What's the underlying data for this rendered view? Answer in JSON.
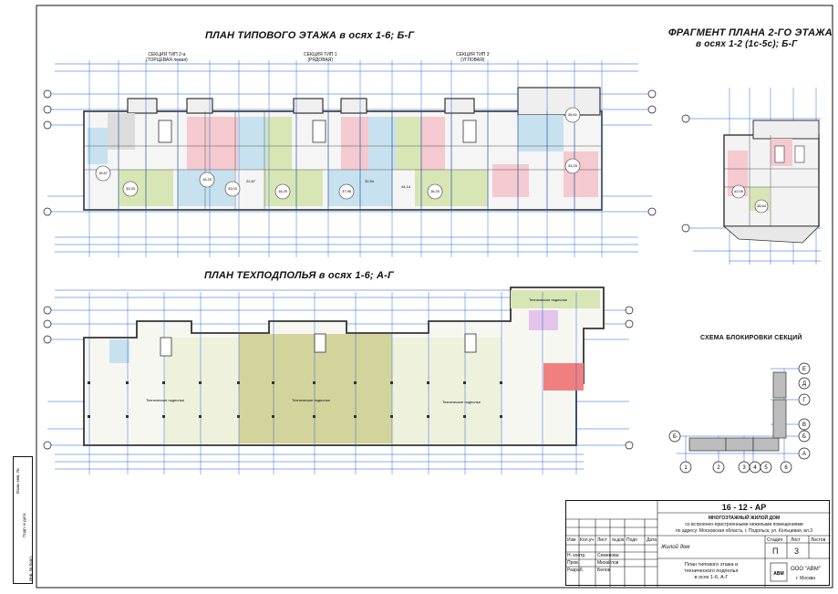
{
  "titles": {
    "typical_floor": "ПЛАН ТИПОВОГО ЭТАЖА в осях 1-6; Б-Г",
    "fragment_line1": "ФРАГМЕНТ ПЛАНА 2-ГО ЭТАЖА",
    "fragment_line2": "в осях 1-2 (1с-5с); Б-Г",
    "tech_underground": "ПЛАН ТЕХПОДПОЛЬЯ в осях 1-6; А-Г",
    "block_scheme": "СХЕМА БЛОКИРОВКИ СЕКЦИЙ"
  },
  "sections": [
    {
      "line1": "СЕКЦИЯ ТИП 2-а",
      "line2": "(ТОРЦЕВАЯ левая)"
    },
    {
      "line1": "СЕКЦИЯ ТИП 1",
      "line2": "(РЯДОВАЯ)"
    },
    {
      "line1": "СЕКЦИЯ ТИП 3",
      "line2": "(УГЛОВАЯ)"
    }
  ],
  "room_labels": [
    "15,67",
    "33,33",
    "16,20",
    "33,03",
    "16,20",
    "37,98",
    "16,20",
    "44,14",
    "36,61",
    "33,25",
    "32,94",
    "22,87",
    "42,05",
    "38,64"
  ],
  "underground_labels": [
    "Техническое подполье",
    "Техническое подполье",
    "Техническое подполье",
    "Техническое подполье"
  ],
  "scheme": {
    "letters": [
      "Е",
      "Д",
      "Г",
      "В",
      "Б",
      "А"
    ],
    "numbers": [
      "1",
      "2",
      "3",
      "4",
      "5",
      "6"
    ],
    "side_letter": "Б"
  },
  "title_block": {
    "code": "16 - 12 - АР",
    "desc1": "МНОГОЭТАЖНЫЙ ЖИЛОЙ ДОМ",
    "desc2": "со встроенно-пристроенными нежилыми помещениями",
    "desc3": "по адресу: Московская область, г. Подольск, ул. Кольцевая, вл.3",
    "headers": [
      "Изм",
      "Кол.уч",
      "Лист",
      "№док",
      "Подп",
      "Дата"
    ],
    "rows": [
      {
        "role": "Н. контр.",
        "name": "Семенова"
      },
      {
        "role": "Пров.",
        "name": "Михайлов"
      },
      {
        "role": "Разраб.",
        "name": "Белов"
      }
    ],
    "object": "Жилой дом",
    "stage_header": "Стадия",
    "sheet_header": "Лист",
    "sheets_header": "Листов",
    "stage": "П",
    "sheet": "3",
    "sheet_title1": "План типового этажа и",
    "sheet_title2": "технического подполья",
    "sheet_title3": "в осях 1-6; А-Г",
    "company": "ООО \"АВМ\"",
    "city": "г. Москва",
    "logo": "АВМ"
  },
  "side_labels": [
    "Взам. инв. №",
    "Подп. и дата",
    "Инв. № подл."
  ],
  "colors": {
    "pink": "#f4c9cf",
    "blue": "#c7e2ee",
    "green": "#d8e5b5",
    "olive": "#d3d49c",
    "lavender": "#e3c4ea",
    "red": "#f08080",
    "gray": "#bdbdbd",
    "axis": "#1a5fd6",
    "wall": "#333333"
  }
}
